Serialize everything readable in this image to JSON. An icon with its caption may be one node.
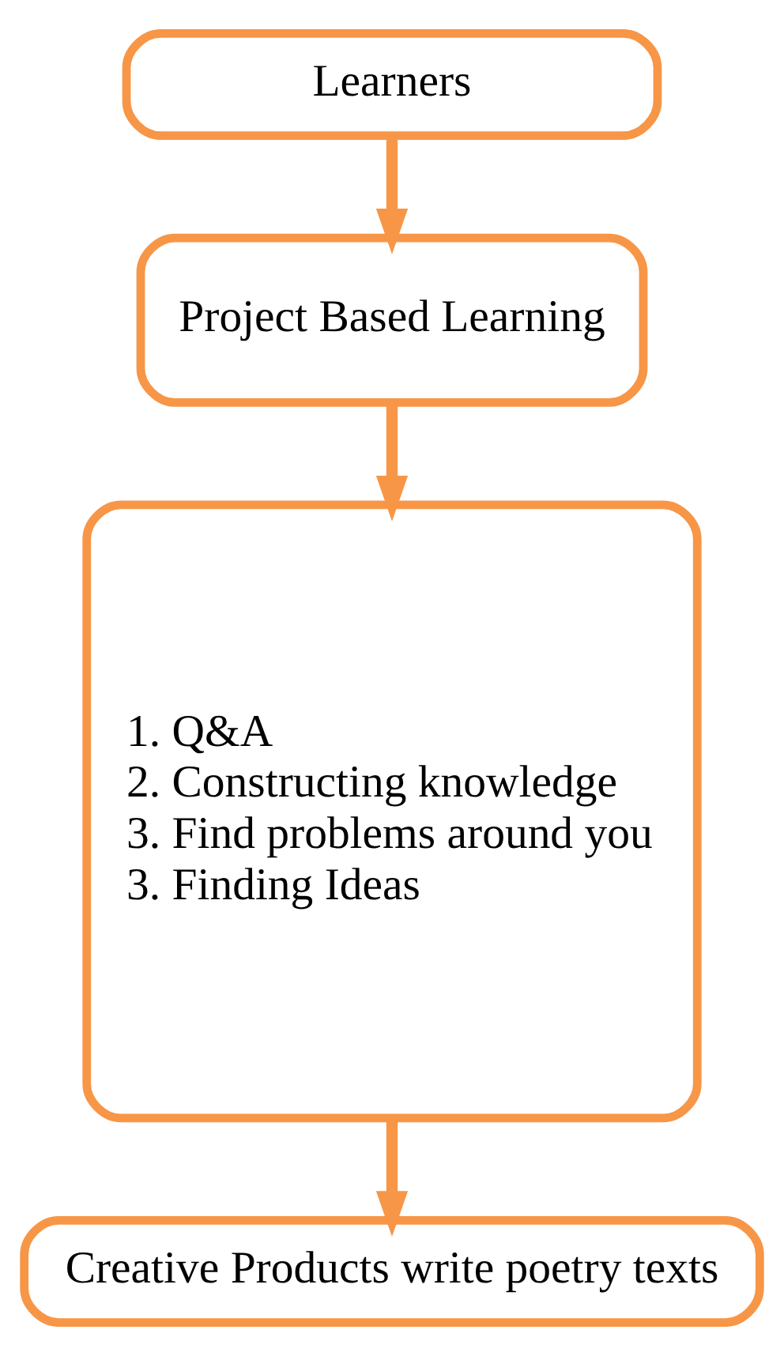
{
  "diagram": {
    "nodes": [
      {
        "text": [
          "Learners"
        ]
      },
      {
        "text": [
          "Project Based Learning"
        ]
      },
      {
        "text": [
          "1. Q&A",
          "2. Constructing knowledge",
          "3. Find problems around you",
          "3. Finding Ideas"
        ]
      },
      {
        "text": [
          "Creative Products write poetry texts"
        ]
      }
    ],
    "edges": [
      {
        "from": 0,
        "to": 1,
        "arrow": "to"
      },
      {
        "from": 1,
        "to": 2,
        "arrow": "to"
      },
      {
        "from": 2,
        "to": 3,
        "arrow": "to"
      }
    ]
  }
}
